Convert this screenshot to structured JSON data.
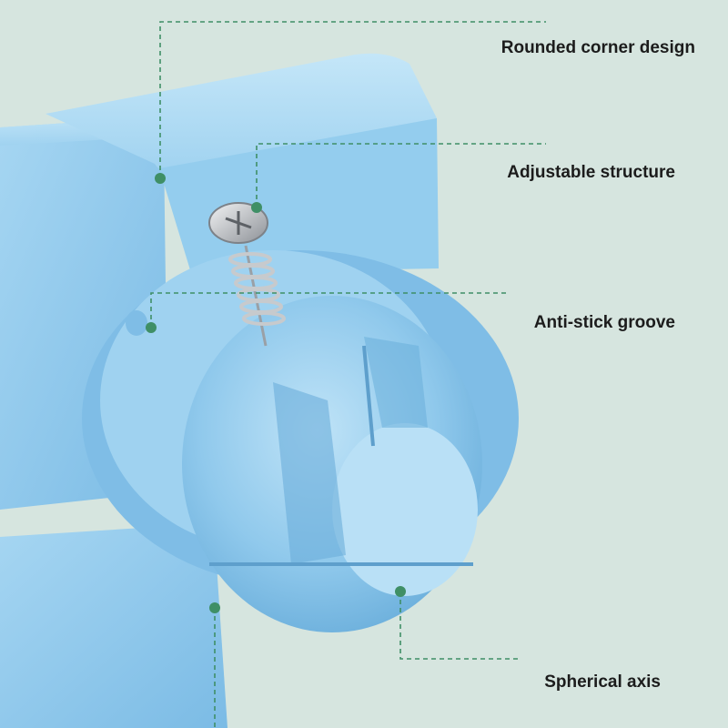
{
  "annotations": [
    {
      "id": "corner",
      "text": "Rounded corner design"
    },
    {
      "id": "adjust",
      "text": "Adjustable structure"
    },
    {
      "id": "groove",
      "text": "Anti-stick groove"
    },
    {
      "id": "axis",
      "text": "Spherical axis"
    }
  ],
  "colors": {
    "background": "#d6e5df",
    "cube": "#8fc8ec",
    "cube_dark": "#6aaedb",
    "cube_light": "#b8dff6",
    "callout": "#3f8f66",
    "screw": "#b9bcc0"
  }
}
